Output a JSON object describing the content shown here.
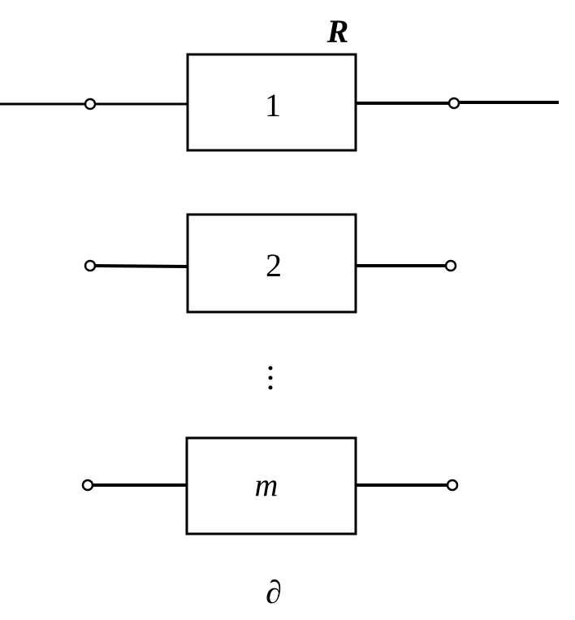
{
  "diagram": {
    "top_label": "R",
    "bottom_label": "∂",
    "ellipsis": "⋮",
    "blocks": [
      {
        "label": "1",
        "italic": false
      },
      {
        "label": "2",
        "italic": false
      },
      {
        "label": "m",
        "italic": true
      }
    ],
    "colors": {
      "stroke": "#000000",
      "background": "#ffffff"
    }
  }
}
